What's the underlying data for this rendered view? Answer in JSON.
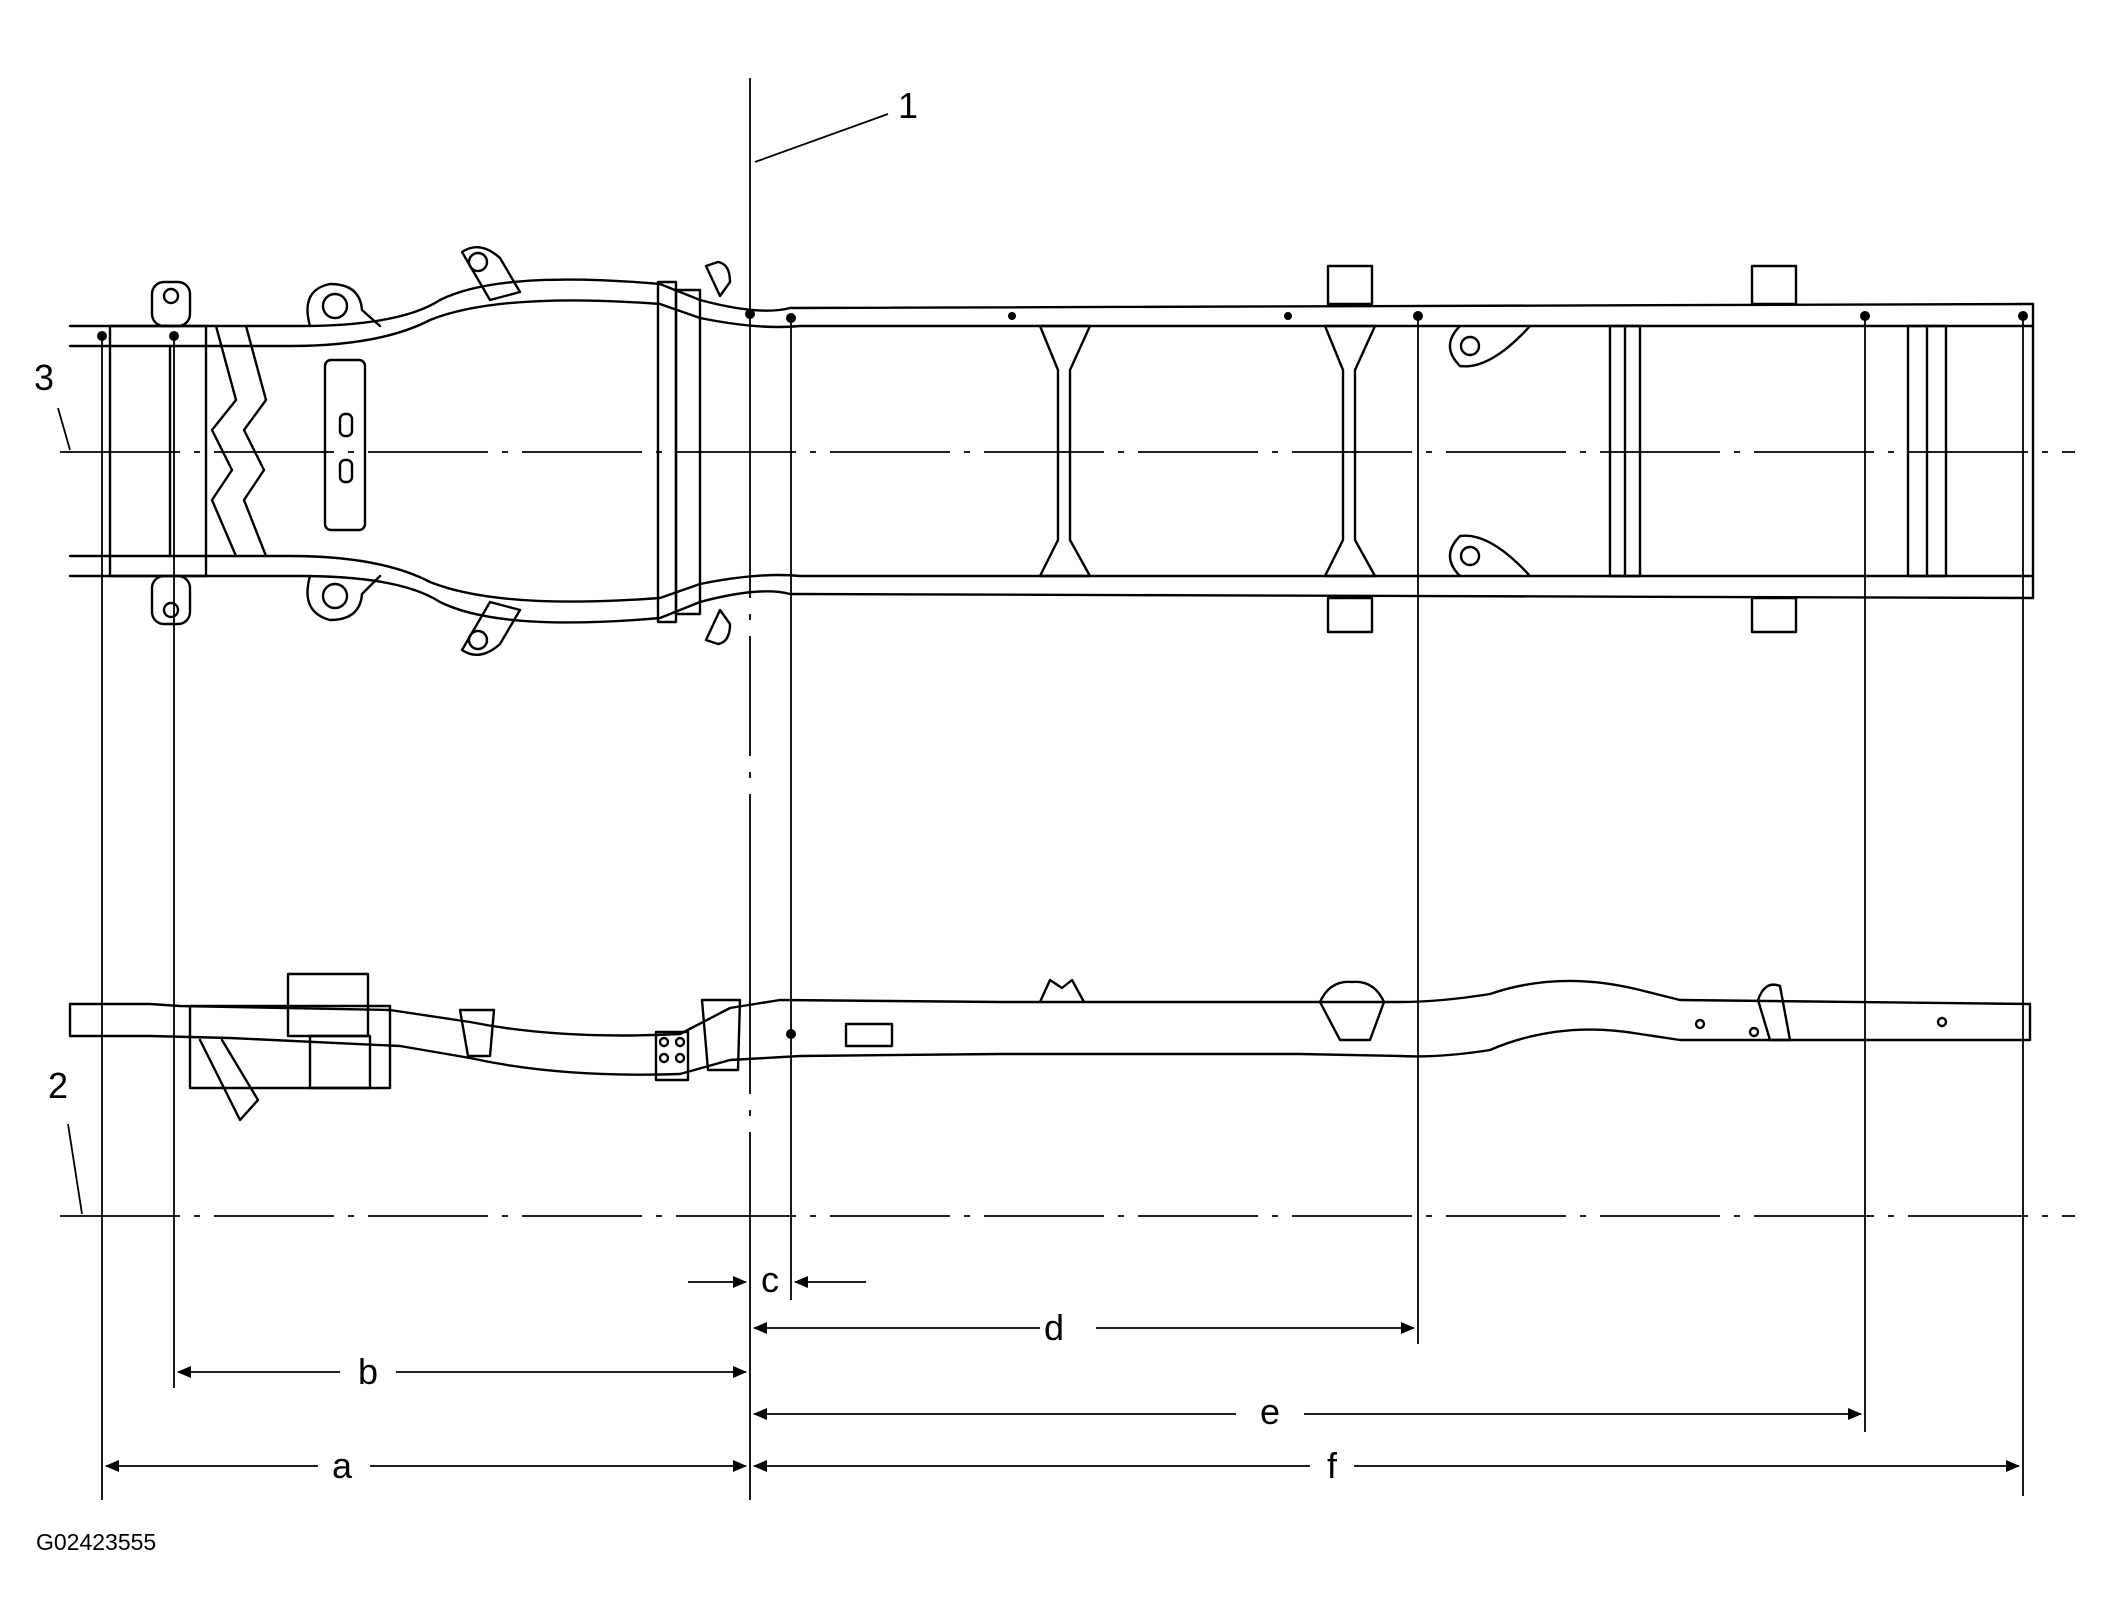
{
  "figure_id": "G02423555",
  "callouts": {
    "c1": "1",
    "c2": "2",
    "c3": "3"
  },
  "dims": {
    "a": "a",
    "b": "b",
    "c": "c",
    "d": "d",
    "e": "e",
    "f": "f"
  }
}
